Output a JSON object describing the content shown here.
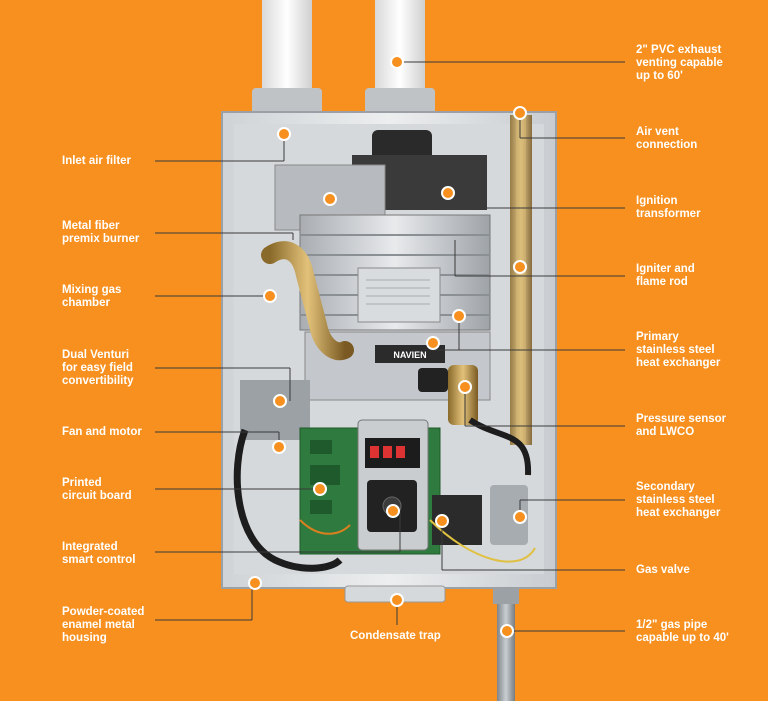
{
  "theme": {
    "background": "#F7901E",
    "label_color": "#FFFFFF",
    "marker_color": "#F7901E",
    "leader_color": "#3A3A3A"
  },
  "labels_left": [
    {
      "id": "inlet-air-filter",
      "text": "Inlet air filter"
    },
    {
      "id": "metal-fiber-premix-burner",
      "text": "Metal fiber\npremix burner"
    },
    {
      "id": "mixing-gas-chamber",
      "text": "Mixing gas\nchamber"
    },
    {
      "id": "dual-venturi",
      "text": "Dual Venturi\nfor easy field\nconvertibility"
    },
    {
      "id": "fan-and-motor",
      "text": "Fan and motor"
    },
    {
      "id": "printed-circuit-board",
      "text": "Printed\ncircuit board"
    },
    {
      "id": "integrated-smart-control",
      "text": "Integrated\nsmart control"
    },
    {
      "id": "powder-coated-housing",
      "text": "Powder-coated\nenamel metal\nhousing"
    }
  ],
  "labels_right": [
    {
      "id": "pvc-exhaust",
      "text": "2\" PVC exhaust\nventing capable\nup to 60'"
    },
    {
      "id": "air-vent-connection",
      "text": "Air vent\nconnection"
    },
    {
      "id": "ignition-transformer",
      "text": "Ignition\ntransformer"
    },
    {
      "id": "igniter-flame-rod",
      "text": "Igniter and\nflame rod"
    },
    {
      "id": "primary-heat-exchanger",
      "text": "Primary\nstainless steel\nheat exchanger"
    },
    {
      "id": "pressure-sensor",
      "text": "Pressure sensor\nand LWCO"
    },
    {
      "id": "secondary-heat-exchanger",
      "text": "Secondary\nstainless steel\nheat exchanger"
    },
    {
      "id": "gas-valve",
      "text": "Gas valve"
    },
    {
      "id": "gas-pipe",
      "text": "1/2\" gas pipe\ncapable up to 40'"
    }
  ],
  "label_bottom": {
    "id": "condensate-trap",
    "text": "Condensate trap"
  },
  "unit": {
    "brand_text": "NAVIEN"
  }
}
